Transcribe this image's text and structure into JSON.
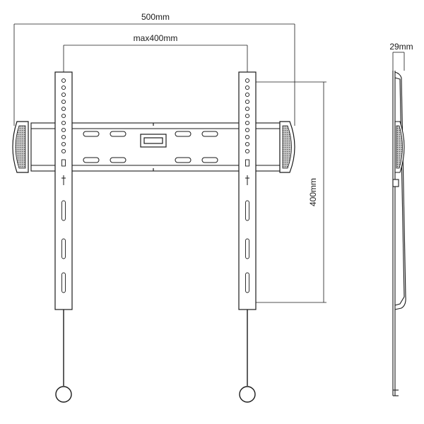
{
  "dimensions": {
    "overall_width": "500mm",
    "max_vesa_width": "max400mm",
    "vesa_height": "400mm",
    "profile_depth": "29mm"
  },
  "colors": {
    "line": "#1a1a1a",
    "mesh_fill": "#9a9a9a",
    "background": "#ffffff"
  }
}
